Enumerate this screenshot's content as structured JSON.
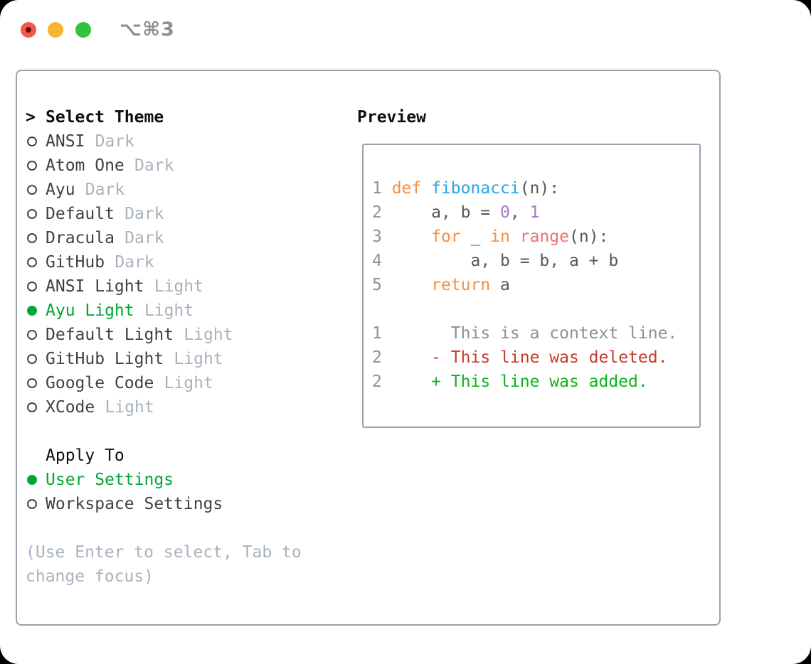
{
  "window": {
    "title": "⌥⌘3"
  },
  "colors": {
    "accent_green": "#00a734",
    "panel_border": "#98a1ac",
    "item_text": "#3b4146",
    "muted_text": "#a9b2bc",
    "header_text": "#0d1013",
    "title_gray": "#8b9096",
    "traffic_red": "#f2574f",
    "traffic_yellow": "#f6b62f",
    "traffic_green": "#34c13e",
    "syntax": {
      "lineno": "#8a9199",
      "plain": "#54595e",
      "keyword": "#fa8d3e",
      "function": "#2aa5e8",
      "number": "#a37acc",
      "builtin": "#f07171",
      "context": "#8a9199",
      "deleted": "#c8392b",
      "added": "#0db31d"
    }
  },
  "theme_picker": {
    "header_marker": ">",
    "header": "Select Theme",
    "themes": [
      {
        "name": "ANSI",
        "variant": "Dark",
        "selected": false
      },
      {
        "name": "Atom One",
        "variant": "Dark",
        "selected": false
      },
      {
        "name": "Ayu",
        "variant": "Dark",
        "selected": false
      },
      {
        "name": "Default",
        "variant": "Dark",
        "selected": false
      },
      {
        "name": "Dracula",
        "variant": "Dark",
        "selected": false
      },
      {
        "name": "GitHub",
        "variant": "Dark",
        "selected": false
      },
      {
        "name": "ANSI Light",
        "variant": "Light",
        "selected": false
      },
      {
        "name": "Ayu Light",
        "variant": "Light",
        "selected": true
      },
      {
        "name": "Default Light",
        "variant": "Light",
        "selected": false
      },
      {
        "name": "GitHub Light",
        "variant": "Light",
        "selected": false
      },
      {
        "name": "Google Code",
        "variant": "Light",
        "selected": false
      },
      {
        "name": "XCode",
        "variant": "Light",
        "selected": false
      }
    ],
    "apply_to": {
      "header": "Apply To",
      "options": [
        {
          "label": "User Settings",
          "selected": true
        },
        {
          "label": "Workspace Settings",
          "selected": false
        }
      ]
    },
    "help_lines": [
      "(Use Enter to select, Tab to",
      "change focus)"
    ]
  },
  "preview": {
    "header": "Preview",
    "lines": [
      [
        {
          "t": "1 ",
          "c": "lineno"
        },
        {
          "t": "def",
          "c": "keyword"
        },
        {
          "t": " ",
          "c": "plain"
        },
        {
          "t": "fibonacci",
          "c": "function"
        },
        {
          "t": "(n):",
          "c": "plain"
        }
      ],
      [
        {
          "t": "2",
          "c": "lineno"
        },
        {
          "t": "     a, b = ",
          "c": "plain"
        },
        {
          "t": "0",
          "c": "number"
        },
        {
          "t": ", ",
          "c": "plain"
        },
        {
          "t": "1",
          "c": "number"
        }
      ],
      [
        {
          "t": "3",
          "c": "lineno"
        },
        {
          "t": "     ",
          "c": "plain"
        },
        {
          "t": "for",
          "c": "keyword"
        },
        {
          "t": " _ ",
          "c": "plain"
        },
        {
          "t": "in",
          "c": "keyword"
        },
        {
          "t": " ",
          "c": "plain"
        },
        {
          "t": "range",
          "c": "builtin"
        },
        {
          "t": "(n):",
          "c": "plain"
        }
      ],
      [
        {
          "t": "4",
          "c": "lineno"
        },
        {
          "t": "         a, b = b, a + b",
          "c": "plain"
        }
      ],
      [
        {
          "t": "5",
          "c": "lineno"
        },
        {
          "t": "     ",
          "c": "plain"
        },
        {
          "t": "return",
          "c": "keyword"
        },
        {
          "t": " a",
          "c": "plain"
        }
      ],
      [],
      [
        {
          "t": "1",
          "c": "lineno"
        },
        {
          "t": "       This is a context line.",
          "c": "context"
        }
      ],
      [
        {
          "t": "2",
          "c": "lineno"
        },
        {
          "t": "     - This line was deleted.",
          "c": "deleted"
        }
      ],
      [
        {
          "t": "2",
          "c": "lineno"
        },
        {
          "t": "     + This line was added.",
          "c": "added"
        }
      ]
    ]
  }
}
